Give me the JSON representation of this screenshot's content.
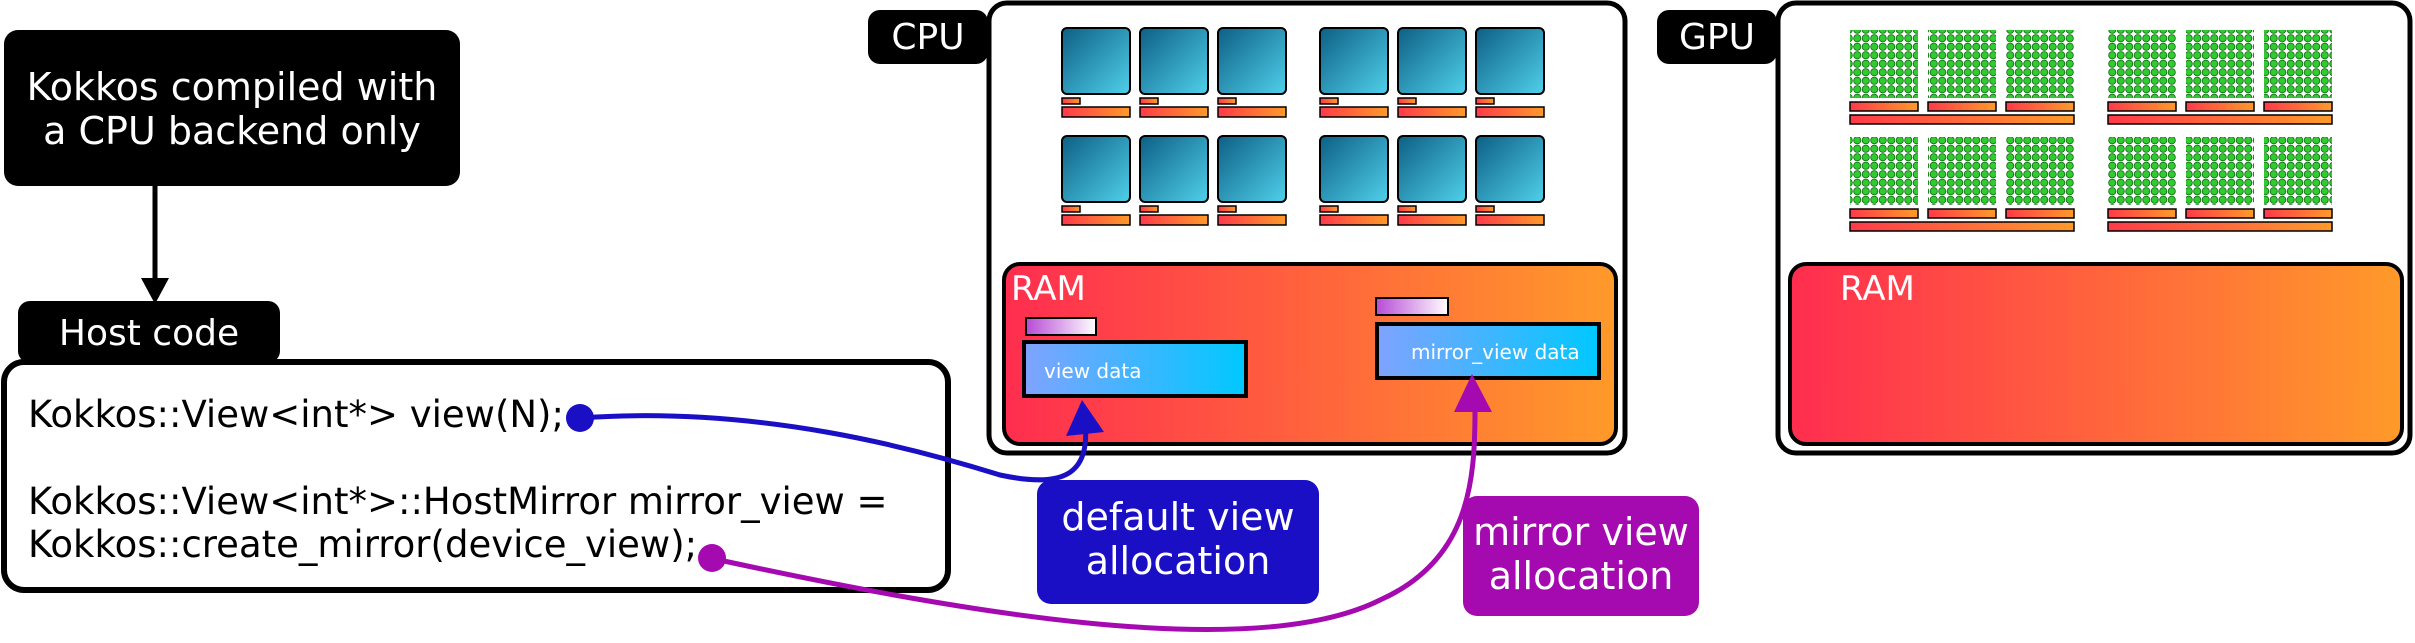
{
  "title_box": {
    "line1": "Kokkos compiled with",
    "line2": "a CPU backend only"
  },
  "host": {
    "label": "Host code",
    "code_line1": "Kokkos::View<int*> view(N);",
    "code_line2": "Kokkos::View<int*>::HostMirror mirror_view =",
    "code_line3": "Kokkos::create_mirror(device_view);"
  },
  "cpu": {
    "label": "CPU",
    "ram_label": "RAM",
    "view_data": "view  data",
    "mirror_data": "mirror_view data"
  },
  "gpu": {
    "label": "GPU",
    "ram_label": "RAM"
  },
  "callouts": {
    "default_line1": "default view",
    "default_line2": "allocation",
    "mirror_line1": "mirror view",
    "mirror_line2": "allocation"
  },
  "colors": {
    "default_arrow": "#1a0fc4",
    "mirror_arrow": "#a40ab0",
    "ram_start": "#ff2d4f",
    "ram_end": "#ff9a2a",
    "data_start": "#7fa3ff",
    "data_end": "#00c8ff",
    "core_dark": "#0d6a8f",
    "core_light": "#3cc3e0",
    "gpu_dot": "#2ecc2e"
  }
}
